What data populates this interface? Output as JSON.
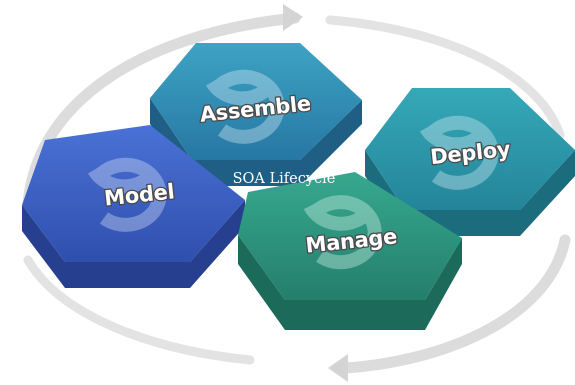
{
  "diagram": {
    "center_title": "SOA Lifecycle",
    "stages": [
      {
        "label": "Assemble",
        "color": "#2f8fb6"
      },
      {
        "label": "Deploy",
        "color": "#2b9aad"
      },
      {
        "label": "Model",
        "color": "#3a5fc6"
      },
      {
        "label": "Manage",
        "color": "#2d9a86"
      }
    ],
    "ring_color": "#dadada"
  }
}
